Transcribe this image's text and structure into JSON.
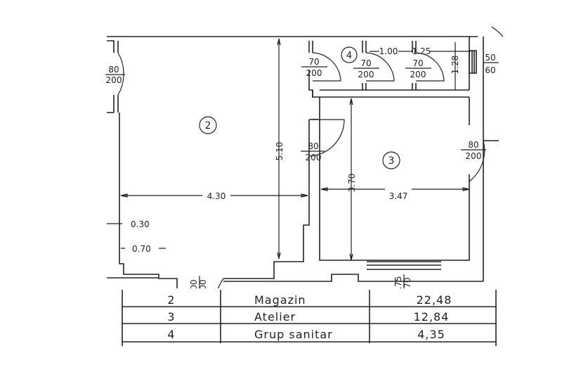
{
  "rooms": [
    {
      "number": "2",
      "name": "Magazin",
      "area": "22,48"
    },
    {
      "number": "3",
      "name": "Atelier",
      "area": "12,84"
    },
    {
      "number": "4",
      "name": "Grup sanitar",
      "area": "4,35"
    }
  ],
  "dimensions": {
    "room2_height": "5.10",
    "room2_width": "4.30",
    "room3_height": "3.70",
    "room3_width": "3.47",
    "offset_a": "0.30",
    "offset_b": "0.70",
    "wc_width_a": "1.00",
    "wc_width_b": "1.25",
    "wc_depth": "1.28"
  },
  "openings": {
    "door_left": {
      "w": "80",
      "h": "200"
    },
    "door_wc1": {
      "w": "70",
      "h": "200"
    },
    "door_wc2": {
      "w": "70",
      "h": "200"
    },
    "door_wc3": {
      "w": "70",
      "h": "200"
    },
    "door_mid": {
      "w": "80",
      "h": "200"
    },
    "door_right": {
      "w": "80",
      "h": "200"
    },
    "window_wc": {
      "w": "50",
      "h": "60"
    },
    "door_entry": {
      "w": "00",
      "h": "00"
    },
    "window_bottom": {
      "w": ".75",
      "h": "70"
    }
  }
}
